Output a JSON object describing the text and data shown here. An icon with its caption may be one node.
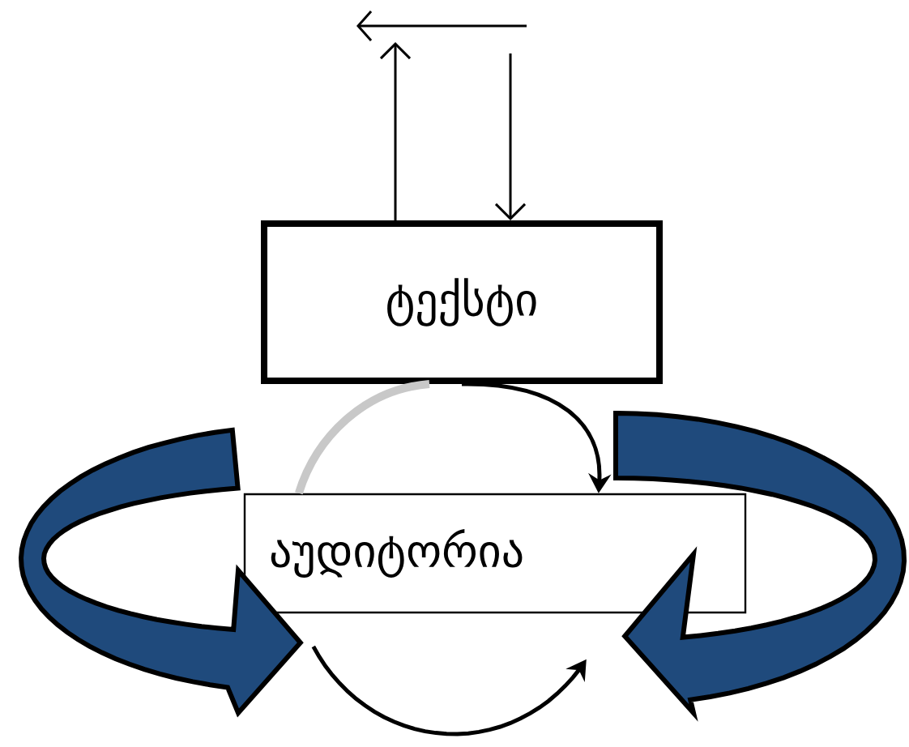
{
  "diagram": {
    "nodes": [
      {
        "text": [
          "ტექსტი"
        ]
      },
      {
        "text": [
          "აუდიტორია"
        ]
      }
    ],
    "edges": [
      {
        "from": 0,
        "to": null,
        "arrow": "to"
      },
      {
        "from": null,
        "to": 0,
        "arrow": "to"
      },
      {
        "from": 0,
        "to": 1,
        "arrow": "to"
      },
      {
        "from": 1,
        "to": 0,
        "arrow": "none",
        "style": "thick",
        "color": "#c8c8c8"
      },
      {
        "from": null,
        "to": 1,
        "arrow": "to",
        "style": "thick",
        "color": "#1f4a7c"
      },
      {
        "from": null,
        "to": 1,
        "arrow": "to",
        "style": "thick",
        "color": "#1f4a7c"
      }
    ]
  }
}
